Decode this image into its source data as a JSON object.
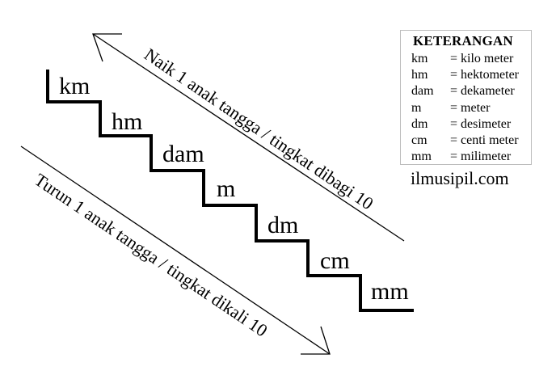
{
  "diagram": {
    "units": [
      "km",
      "hm",
      "dam",
      "m",
      "dm",
      "cm",
      "mm"
    ],
    "up_arrow_text": "Naik 1 anak tangga / tingkat dibagi 10",
    "down_arrow_text": "Turun 1 anak tangga / tingkat dikali 10"
  },
  "legend": {
    "title": "KETERANGAN",
    "rows": [
      {
        "abbr": "km",
        "desc": "= kilo meter"
      },
      {
        "abbr": "hm",
        "desc": "= hektometer"
      },
      {
        "abbr": "dam",
        "desc": "= dekameter"
      },
      {
        "abbr": "m",
        "desc": "= meter"
      },
      {
        "abbr": "dm",
        "desc": "= desimeter"
      },
      {
        "abbr": "cm",
        "desc": "= centi meter"
      },
      {
        "abbr": "mm",
        "desc": "= milimeter"
      }
    ]
  },
  "credit": "ilmusipil.com"
}
